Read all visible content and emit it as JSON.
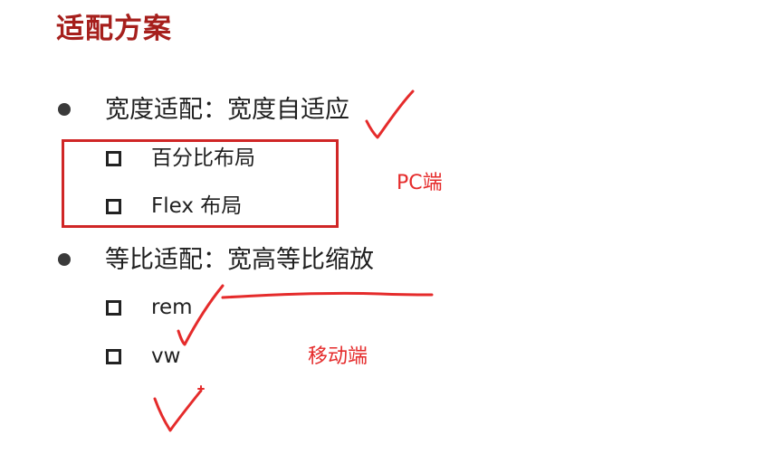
{
  "title": "适配方案",
  "sections": [
    {
      "label": "宽度适配：宽度自适应",
      "items": [
        "百分比布局",
        "Flex 布局"
      ]
    },
    {
      "label": "等比适配：宽高等比缩放",
      "items": [
        "rem",
        "vw"
      ]
    }
  ],
  "annotations": {
    "pc": "PC端",
    "mobile": "移动端"
  },
  "colors": {
    "title": "#a61f1c",
    "annotation": "#e52b2b",
    "highlight_box": "#d02626"
  }
}
